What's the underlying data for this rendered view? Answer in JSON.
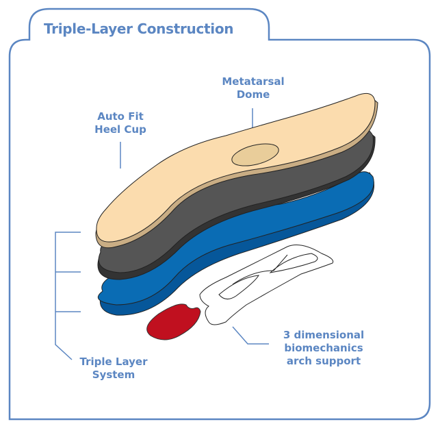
{
  "title": "Triple-Layer Construction",
  "labels": {
    "metatarsal": [
      "Metatarsal",
      "Dome"
    ],
    "heel_cup": [
      "Auto Fit",
      "Heel Cup"
    ],
    "triple_layer": [
      "Triple Layer",
      "System"
    ],
    "arch_support": [
      "3 dimensional",
      "biomechanics",
      "arch support"
    ]
  },
  "colors": {
    "accent": "#5b86c2",
    "top_layer": "#fbdcae",
    "top_layer_side": "#c9ad84",
    "middle_layer": "#555555",
    "bottom_layer": "#0a6cb4",
    "heel_pad": "#c0101f"
  }
}
